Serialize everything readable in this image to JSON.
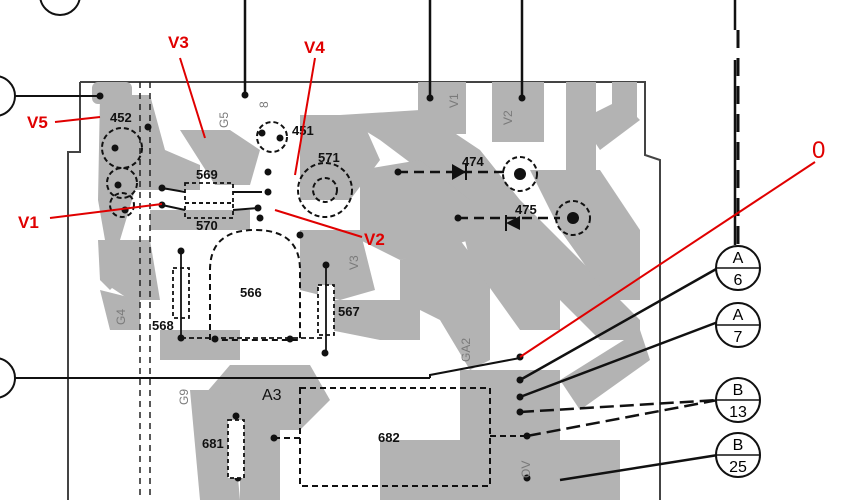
{
  "components": {
    "c452": "452",
    "c451": "451",
    "c571": "571",
    "c474": "474",
    "c475": "475",
    "c569": "569",
    "c570": "570",
    "c566": "566",
    "c567": "567",
    "c568": "568",
    "c681": "681",
    "c682": "682",
    "a3": "A3"
  },
  "trace_labels": {
    "g5": "G5",
    "t8": "8",
    "v1": "V1",
    "v2": "V2",
    "v3": "V3",
    "g4": "G4",
    "g9": "G9",
    "ga2": "GA2",
    "ov": "OV"
  },
  "annotations": {
    "v1": "V1",
    "v2": "V2",
    "v3": "V3",
    "v4": "V4",
    "v5": "V5",
    "zero": "0"
  },
  "connectors": [
    {
      "letter": "A",
      "number": "6"
    },
    {
      "letter": "A",
      "number": "7"
    },
    {
      "letter": "B",
      "number": "13"
    },
    {
      "letter": "B",
      "number": "25"
    }
  ],
  "colors": {
    "copper": "#b3b3b3",
    "ink": "#111111",
    "annotation": "#e00000"
  }
}
